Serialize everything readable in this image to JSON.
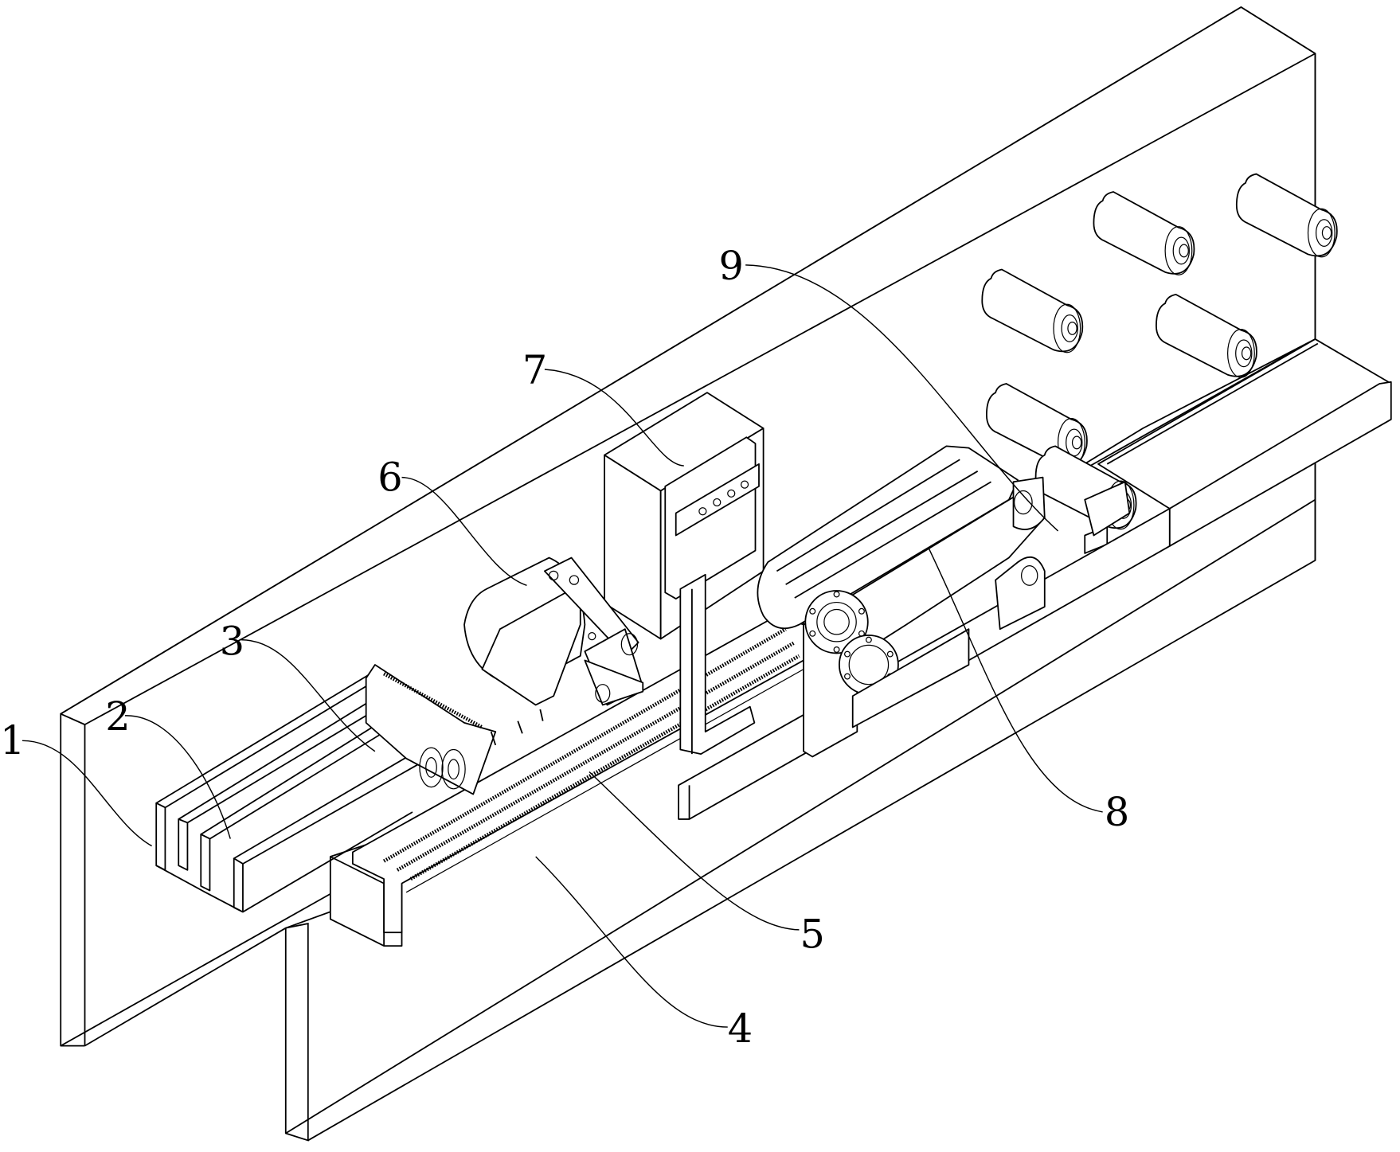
{
  "figure": {
    "type": "patent-isometric-line-drawing",
    "background_color": "#ffffff",
    "line_color": "#000000",
    "reference_numerals": [
      {
        "id": "1",
        "label": "1"
      },
      {
        "id": "2",
        "label": "2"
      },
      {
        "id": "3",
        "label": "3"
      },
      {
        "id": "4",
        "label": "4"
      },
      {
        "id": "5",
        "label": "5"
      },
      {
        "id": "6",
        "label": "6"
      },
      {
        "id": "7",
        "label": "7"
      },
      {
        "id": "8",
        "label": "8"
      },
      {
        "id": "9",
        "label": "9"
      }
    ],
    "components": {
      "frame": "L-shaped base frame with tall back wall",
      "guide_plates": "parallel vertical guide plates at left end",
      "cutter": "angled cutting head",
      "rail": "longitudinal linear rail with hatched grooves",
      "screw": "lead screw along rail",
      "motor_clamp": "rotary clamp head with bracket",
      "control_box": "wall-mounted control box with four buttons",
      "belt_conveyor": "belt drive unit with two flanged pulleys",
      "roller_bracket": "pivot bracket near output rollers",
      "wall_rollers": 6
    }
  }
}
